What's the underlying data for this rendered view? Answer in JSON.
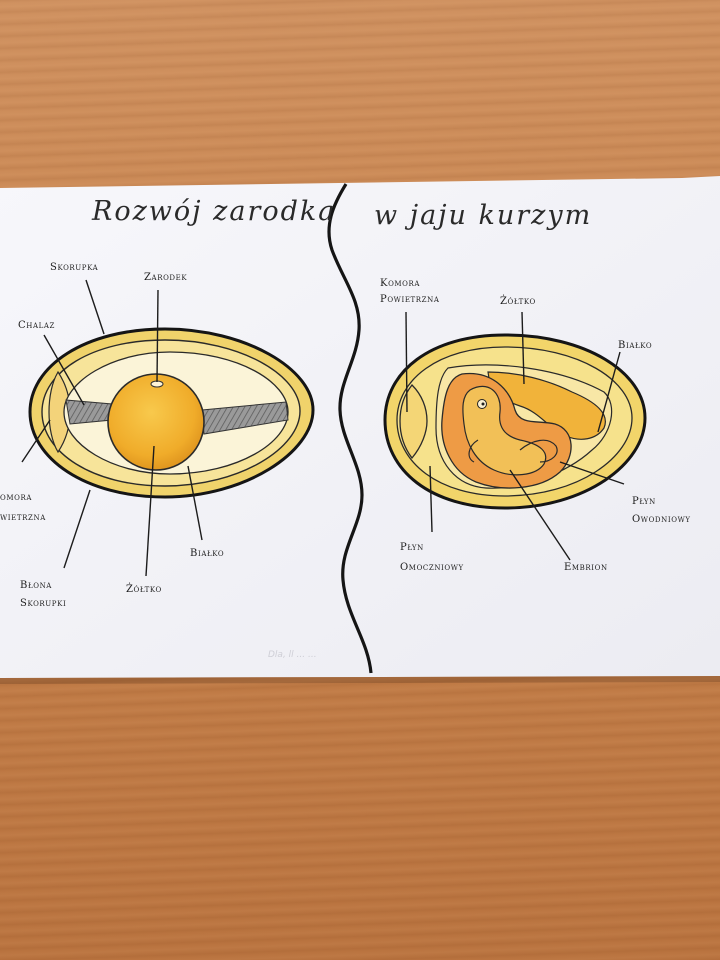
{
  "title": {
    "left": "Rozwój zarodka",
    "right": "w jaju kurzym"
  },
  "left_egg_labels": {
    "skorupka": "Skorupka",
    "zarodek": "Zarodek",
    "chalaz": "Chalaz",
    "komora_line1": "omora",
    "komora_line2": "wietrzna",
    "blona_line1": "Błona",
    "blona_line2": "Skorupki",
    "zoltko": "Żółtko",
    "bialko": "Białko"
  },
  "right_egg_labels": {
    "komora_line1": "Komora",
    "komora_line2": "Powietrzna",
    "zoltko": "Żółtko",
    "bialko": "Białko",
    "plyn_owodniowy_line1": "Płyn",
    "plyn_owodniowy_line2": "Owodniowy",
    "plyn_omoczniowy_line1": "Płyn",
    "plyn_omoczniowy_line2": "Omoczniowy",
    "embrion": "Embrion"
  },
  "signature": "Dla, ll ... ...",
  "colors": {
    "table": "#c7834d",
    "paper": "#f4f4f8",
    "ink": "#1c1c1c",
    "yolk": "#f2b738",
    "albumen": "#faf0c9",
    "chalaza": "#8e8e8e",
    "embryo_orange": "#ea9a48"
  }
}
